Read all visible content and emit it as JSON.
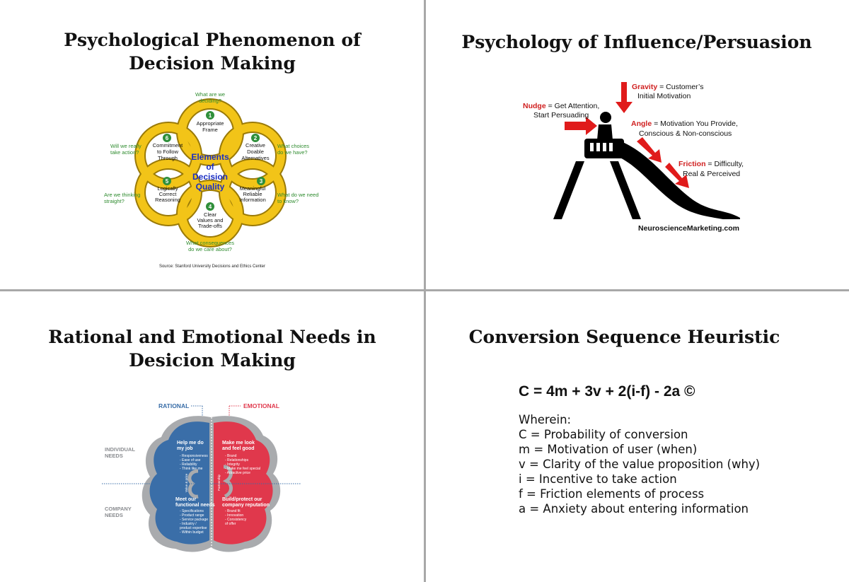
{
  "panels": {
    "decision": {
      "title_line1": "Psychological Phenomenon of",
      "title_line2": "Decision Making",
      "center": [
        "Elements",
        "of",
        "Decision",
        "Quality"
      ],
      "elements": [
        {
          "num": "1",
          "lines": [
            "Appropriate",
            "Frame"
          ]
        },
        {
          "num": "2",
          "lines": [
            "Creative",
            "Doable",
            "Alternatives"
          ]
        },
        {
          "num": "3",
          "lines": [
            "Meaningful",
            "Reliable",
            "Information"
          ]
        },
        {
          "num": "4",
          "lines": [
            "Clear",
            "Values and",
            "Trade-offs"
          ]
        },
        {
          "num": "5",
          "lines": [
            "Logically",
            "Correct",
            "Reasoning"
          ]
        },
        {
          "num": "6",
          "lines": [
            "Commitment",
            "to Follow",
            "Through"
          ]
        }
      ],
      "questions": [
        [
          "What are we",
          "deciding?"
        ],
        [
          "What choices",
          "do we have?"
        ],
        [
          "What do we need",
          "to know?"
        ],
        [
          "What consequences",
          "do we care about?"
        ],
        [
          "Are we thinking",
          "straight?"
        ],
        [
          "Will we really",
          "take action?"
        ]
      ],
      "source": "Source: Stanford University Decisions and Ethics Center",
      "colors": {
        "ring": "#f2c418",
        "ring_edge": "#9a7a08",
        "question": "#2e8b2e",
        "badge": "#2f8f3a",
        "center": "#1a2ec4"
      }
    },
    "influence": {
      "title": "Psychology of Influence/Persuasion",
      "gravity": {
        "term": "Gravity",
        "line1": "= Customer’s",
        "line2": "Initial Motivation"
      },
      "nudge": {
        "term": "Nudge",
        "line1": "= Get Attention,",
        "line2": "Start Persuading"
      },
      "angle": {
        "term": "Angle",
        "line1": "= Motivation You Provide,",
        "line2": "Conscious & Non-conscious"
      },
      "friction": {
        "term": "Friction",
        "line1": "= Difficulty,",
        "line2": "Real & Perceived"
      },
      "brand": "NeuroscienceMarketing.com",
      "colors": {
        "arrow": "#e01b1b",
        "term": "#d02020"
      }
    },
    "needs": {
      "title_line1": "Rational and Emotional Needs in",
      "title_line2": "Desicion Making",
      "rational": "RATIONAL",
      "emotional": "EMOTIONAL",
      "individual": [
        "INDIVIDUAL",
        "NEEDS"
      ],
      "company": [
        "COMPANY",
        "NEEDS"
      ],
      "quadrants": {
        "tl": {
          "title": [
            "Help me do",
            "my job"
          ],
          "items": [
            "- Responsiveness",
            "- Ease of use",
            "- Reliability",
            "- Think like me"
          ]
        },
        "tr": {
          "title": [
            "Make me look",
            "and feel good"
          ],
          "items": [
            "- Brand",
            "- Relationships",
            "- Integrity",
            "- Make me feel special",
            "- Attractive price"
          ]
        },
        "bl": {
          "title": [
            "Meet our",
            "functional needs"
          ],
          "items": [
            "- Specifications",
            "- Product range",
            "- Service package",
            "- Industry /",
            "  product expertise",
            "- Within budget"
          ]
        },
        "br": {
          "title": [
            "Build/protect our",
            "company reputation"
          ],
          "items": [
            "- Brand fit",
            "- Innovation",
            "- Consistency",
            "  of offer"
          ]
        }
      },
      "value_label": "Value & price",
      "partnership_label": "Partnership",
      "colors": {
        "rational": "#3a6ea8",
        "emotional": "#e0384c",
        "outline": "#a9abae"
      }
    },
    "conversion": {
      "title": "Conversion Sequence Heuristic",
      "formula": "C = 4m + 3v + 2(i-f) - 2a ©",
      "wherein": "Wherein:",
      "definitions": [
        "C = Probability of conversion",
        "m = Motivation of user (when)",
        "v = Clarity of the value proposition (why)",
        "i = Incentive to take action",
        "f = Friction elements of process",
        "a = Anxiety about entering information"
      ]
    }
  }
}
